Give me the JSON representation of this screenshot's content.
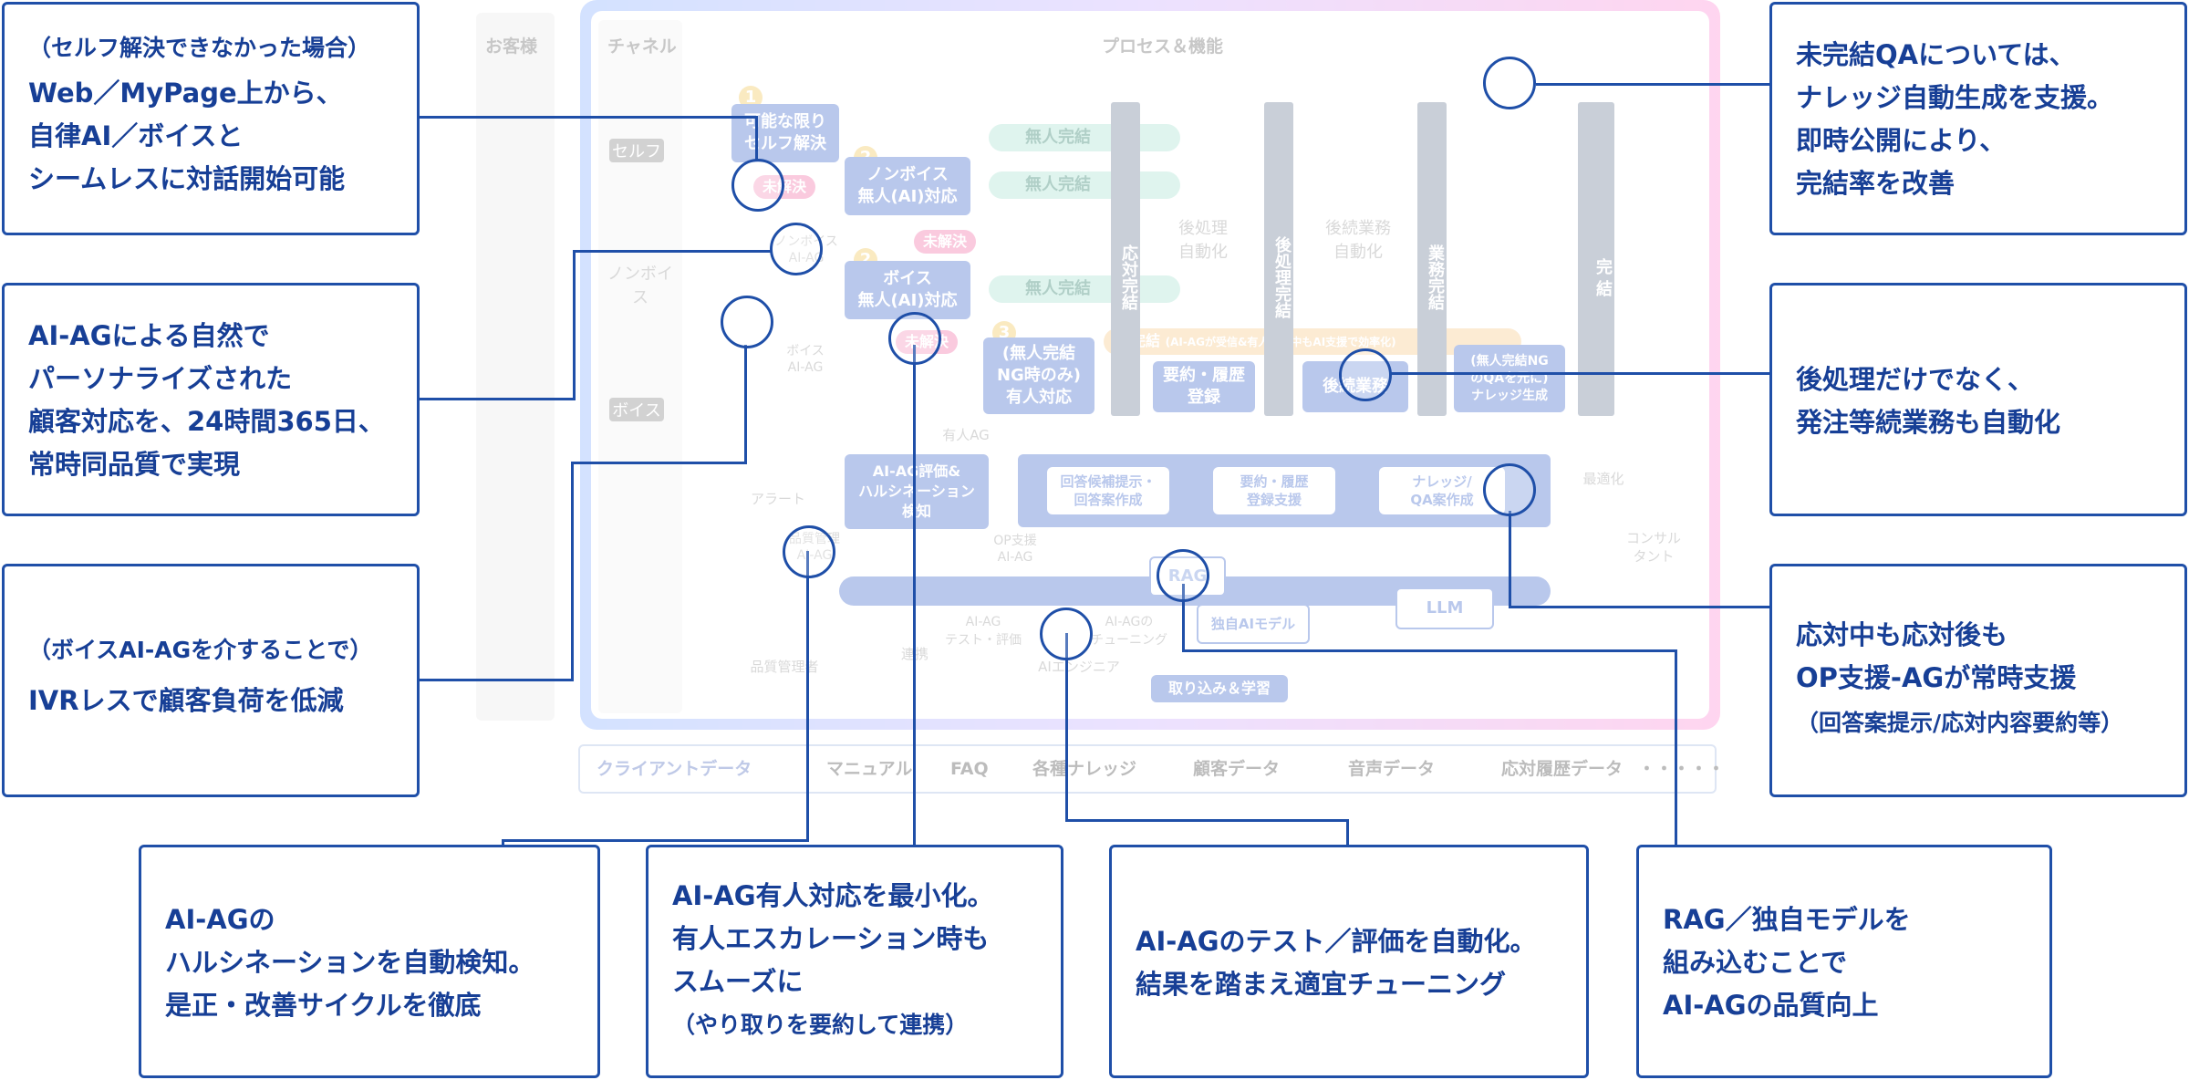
{
  "callouts": {
    "c1": {
      "small": "（セルフ解決できなかった場合）",
      "l1": "Web／MyPage上から、",
      "l2": "自律AI／ボイスと",
      "l3": "シームレスに対話開始可能"
    },
    "c2": {
      "l1": "AI-AGによる自然で",
      "l2": "パーソナライズされた",
      "l3": "顧客対応を、24時間365日、",
      "l4": "常時同品質で実現"
    },
    "c3": {
      "small": "（ボイスAI-AGを介することで）",
      "l1": "IVRレスで顧客負荷を低減"
    },
    "c4": {
      "l1": "AI-AGの",
      "l2": "ハルシネーションを自動検知。",
      "l3": "是正・改善サイクルを徹底"
    },
    "c5": {
      "l1": "AI-AG有人対応を最小化。",
      "l2": "有人エスカレーション時も",
      "l3": "スムーズに",
      "small": "（やり取りを要約して連携）"
    },
    "c6": {
      "l1": "AI-AGのテスト／評価を自動化。",
      "l2": "結果を踏まえ適宜チューニング"
    },
    "c7": {
      "l1": "RAG／独自モデルを",
      "l2": "組み込むことで",
      "l3": "AI-AGの品質向上"
    },
    "c8": {
      "l1": "未完結QAについては、",
      "l2": "ナレッジ自動生成を支援。",
      "l3": "即時公開により、",
      "l4": "完結率を改善"
    },
    "c9": {
      "l1": "後処理だけでなく、",
      "l2": "発注等続業務も自動化"
    },
    "c10": {
      "l1": "応対中も応対後も",
      "l2": "OP支援-AGが常時支援",
      "small": "（回答案提示/応対内容要約等）"
    }
  },
  "diagram": {
    "lanes": {
      "customer": "お客様",
      "channel": "チャネル",
      "process": "プロセス＆機能"
    },
    "channels": {
      "self": "セルフ",
      "nonvoice": "ノンボイス",
      "voice": "ボイス"
    },
    "steps": {
      "s1": {
        "num": "1",
        "l1": "可能な限り",
        "l2": "セルフ解決"
      },
      "s2a": {
        "num": "2",
        "l1": "ノンボイス",
        "l2": "無人(AI)対応"
      },
      "s2b": {
        "num": "2",
        "l1": "ボイス",
        "l2": "無人(AI)対応"
      },
      "s3": {
        "num": "3",
        "l1": "(無人完結",
        "l2": "NG時のみ)",
        "l3": "有人対応"
      }
    },
    "agents": {
      "nonvoice": "ノンボイス\nAI-AG",
      "voice": "ボイス\nAI-AG",
      "human": "有人AG",
      "op": "OP支援\nAI-AG",
      "quality": "品質管理\nAI-AG"
    },
    "status": {
      "unmanned": "無人完結",
      "unresolved": "未解決",
      "half": "半完結"
    },
    "half_note": "(AI-AGが受信&有人対応中もAI支援で効率化)",
    "bars": {
      "b1": "応対完結",
      "b2": "後処理完結",
      "b3": "業務完結",
      "b4": "完 結"
    },
    "bar_labels": {
      "post": "後処理\n自動化",
      "cont": "後続業務\n自動化"
    },
    "tasks": {
      "t1": "要約・履歴\n登録",
      "t2": "後続業務",
      "t3": "(無人完結NG\nのQAを元に)\nナレッジ生成"
    },
    "support": {
      "s1": "回答候補提示・\n回答案作成",
      "s2": "要約・履歴\n登録支援",
      "s3": "ナレッジ/\nQA案作成"
    },
    "eval": "AI-AG評価&\nハルシネーション\n検知",
    "alert": "アラート",
    "quality_mgr": "品質管理者",
    "link": "連携",
    "test": "AI-AG\nテスト・評価",
    "tuning": "AI-AGの\nチューニング",
    "engineer": "AIエンジニア",
    "rag": "RAG",
    "own_model": "独自AIモデル",
    "llm": "LLM",
    "optimize": "最適化",
    "consultant": "コンサル\nタント",
    "ingest": "取り込み＆学習",
    "client": {
      "title": "クライアントデータ",
      "items": [
        "マニュアル",
        "FAQ",
        "各種ナレッジ",
        "顧客データ",
        "音声データ",
        "応対履歴データ",
        "・・・・・"
      ]
    }
  },
  "colors": {
    "accent": "#1f4fa8",
    "teal": "#9fe0cc",
    "pink": "#f05c9c",
    "orange": "#f6c27a",
    "badge": "#f0c040"
  }
}
